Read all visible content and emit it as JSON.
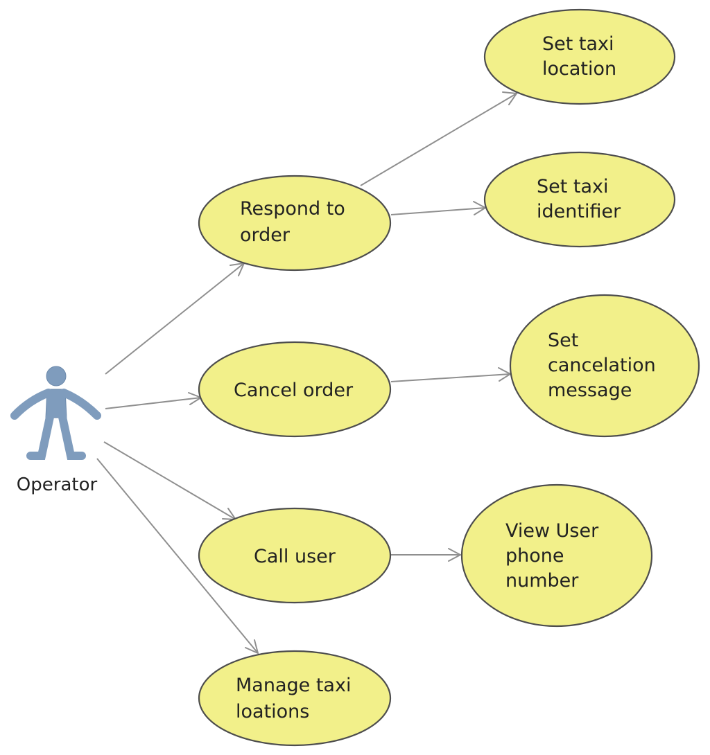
{
  "diagram": {
    "type": "use-case",
    "colors": {
      "use_case_fill": "#f2f08a",
      "use_case_stroke": "#4d4d4d",
      "connector": "#8f8f8f",
      "actor": "#7f9cbd"
    },
    "actor": {
      "label": "Operator",
      "icon": "stick-figure-icon"
    },
    "use_cases": {
      "respond_to_order": {
        "lines": [
          "Respond to",
          "order"
        ]
      },
      "cancel_order": {
        "lines": [
          "Cancel order"
        ]
      },
      "call_user": {
        "lines": [
          "Call user"
        ]
      },
      "manage_taxi_locations": {
        "lines": [
          "Manage taxi",
          "loations"
        ]
      },
      "set_taxi_location": {
        "lines": [
          "Set taxi",
          "location"
        ]
      },
      "set_taxi_identifier": {
        "lines": [
          "Set taxi",
          "identifier"
        ]
      },
      "set_cancelation_message": {
        "lines": [
          "Set",
          "cancelation",
          "message"
        ]
      },
      "view_user_phone_number": {
        "lines": [
          "View User",
          "phone",
          "number"
        ]
      }
    },
    "relationships": [
      {
        "from": "Operator",
        "to": "Respond to order"
      },
      {
        "from": "Operator",
        "to": "Cancel order"
      },
      {
        "from": "Operator",
        "to": "Call user"
      },
      {
        "from": "Operator",
        "to": "Manage taxi loations"
      },
      {
        "from": "Respond to order",
        "to": "Set taxi location"
      },
      {
        "from": "Respond to order",
        "to": "Set taxi identifier"
      },
      {
        "from": "Cancel order",
        "to": "Set cancelation message"
      },
      {
        "from": "Call user",
        "to": "View User phone number"
      }
    ]
  }
}
